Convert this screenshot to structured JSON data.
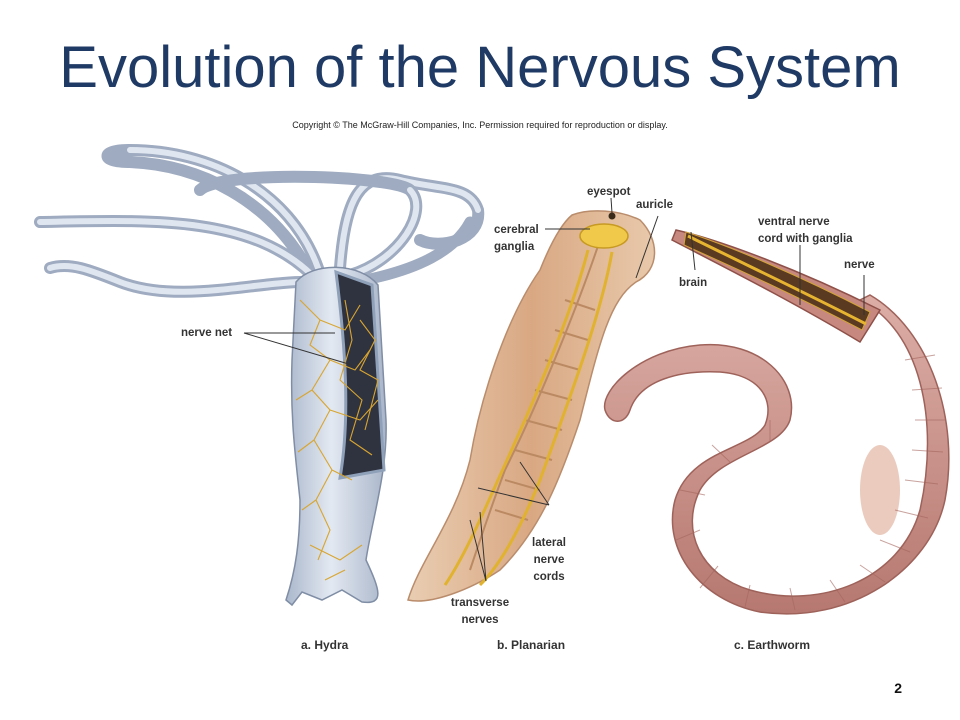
{
  "title": "Evolution of the Nervous System",
  "copyright": "Copyright © The McGraw-Hill Companies, Inc. Permission required for reproduction or display.",
  "labels": {
    "nerve_net": "nerve net",
    "eyespot": "eyespot",
    "auricle": "auricle",
    "cerebral_ganglia": [
      "cerebral",
      "ganglia"
    ],
    "lateral_nerve_cords": [
      "lateral",
      "nerve",
      "cords"
    ],
    "transverse_nerves": [
      "transverse",
      "nerves"
    ],
    "brain": "brain",
    "ventral_nerve_cord": [
      "ventral nerve",
      "cord with ganglia"
    ],
    "nerve": "nerve"
  },
  "captions": {
    "hydra": "a. Hydra",
    "planarian": "b. Planarian",
    "earthworm": "c. Earthworm"
  },
  "page_number": "2",
  "colors": {
    "title": "#1f3a64",
    "hydra_body": "#c9d3e3",
    "nerve": "#d9a52e",
    "planarian_body": "#e6c3a2",
    "earthworm_body": "#c88e86"
  }
}
